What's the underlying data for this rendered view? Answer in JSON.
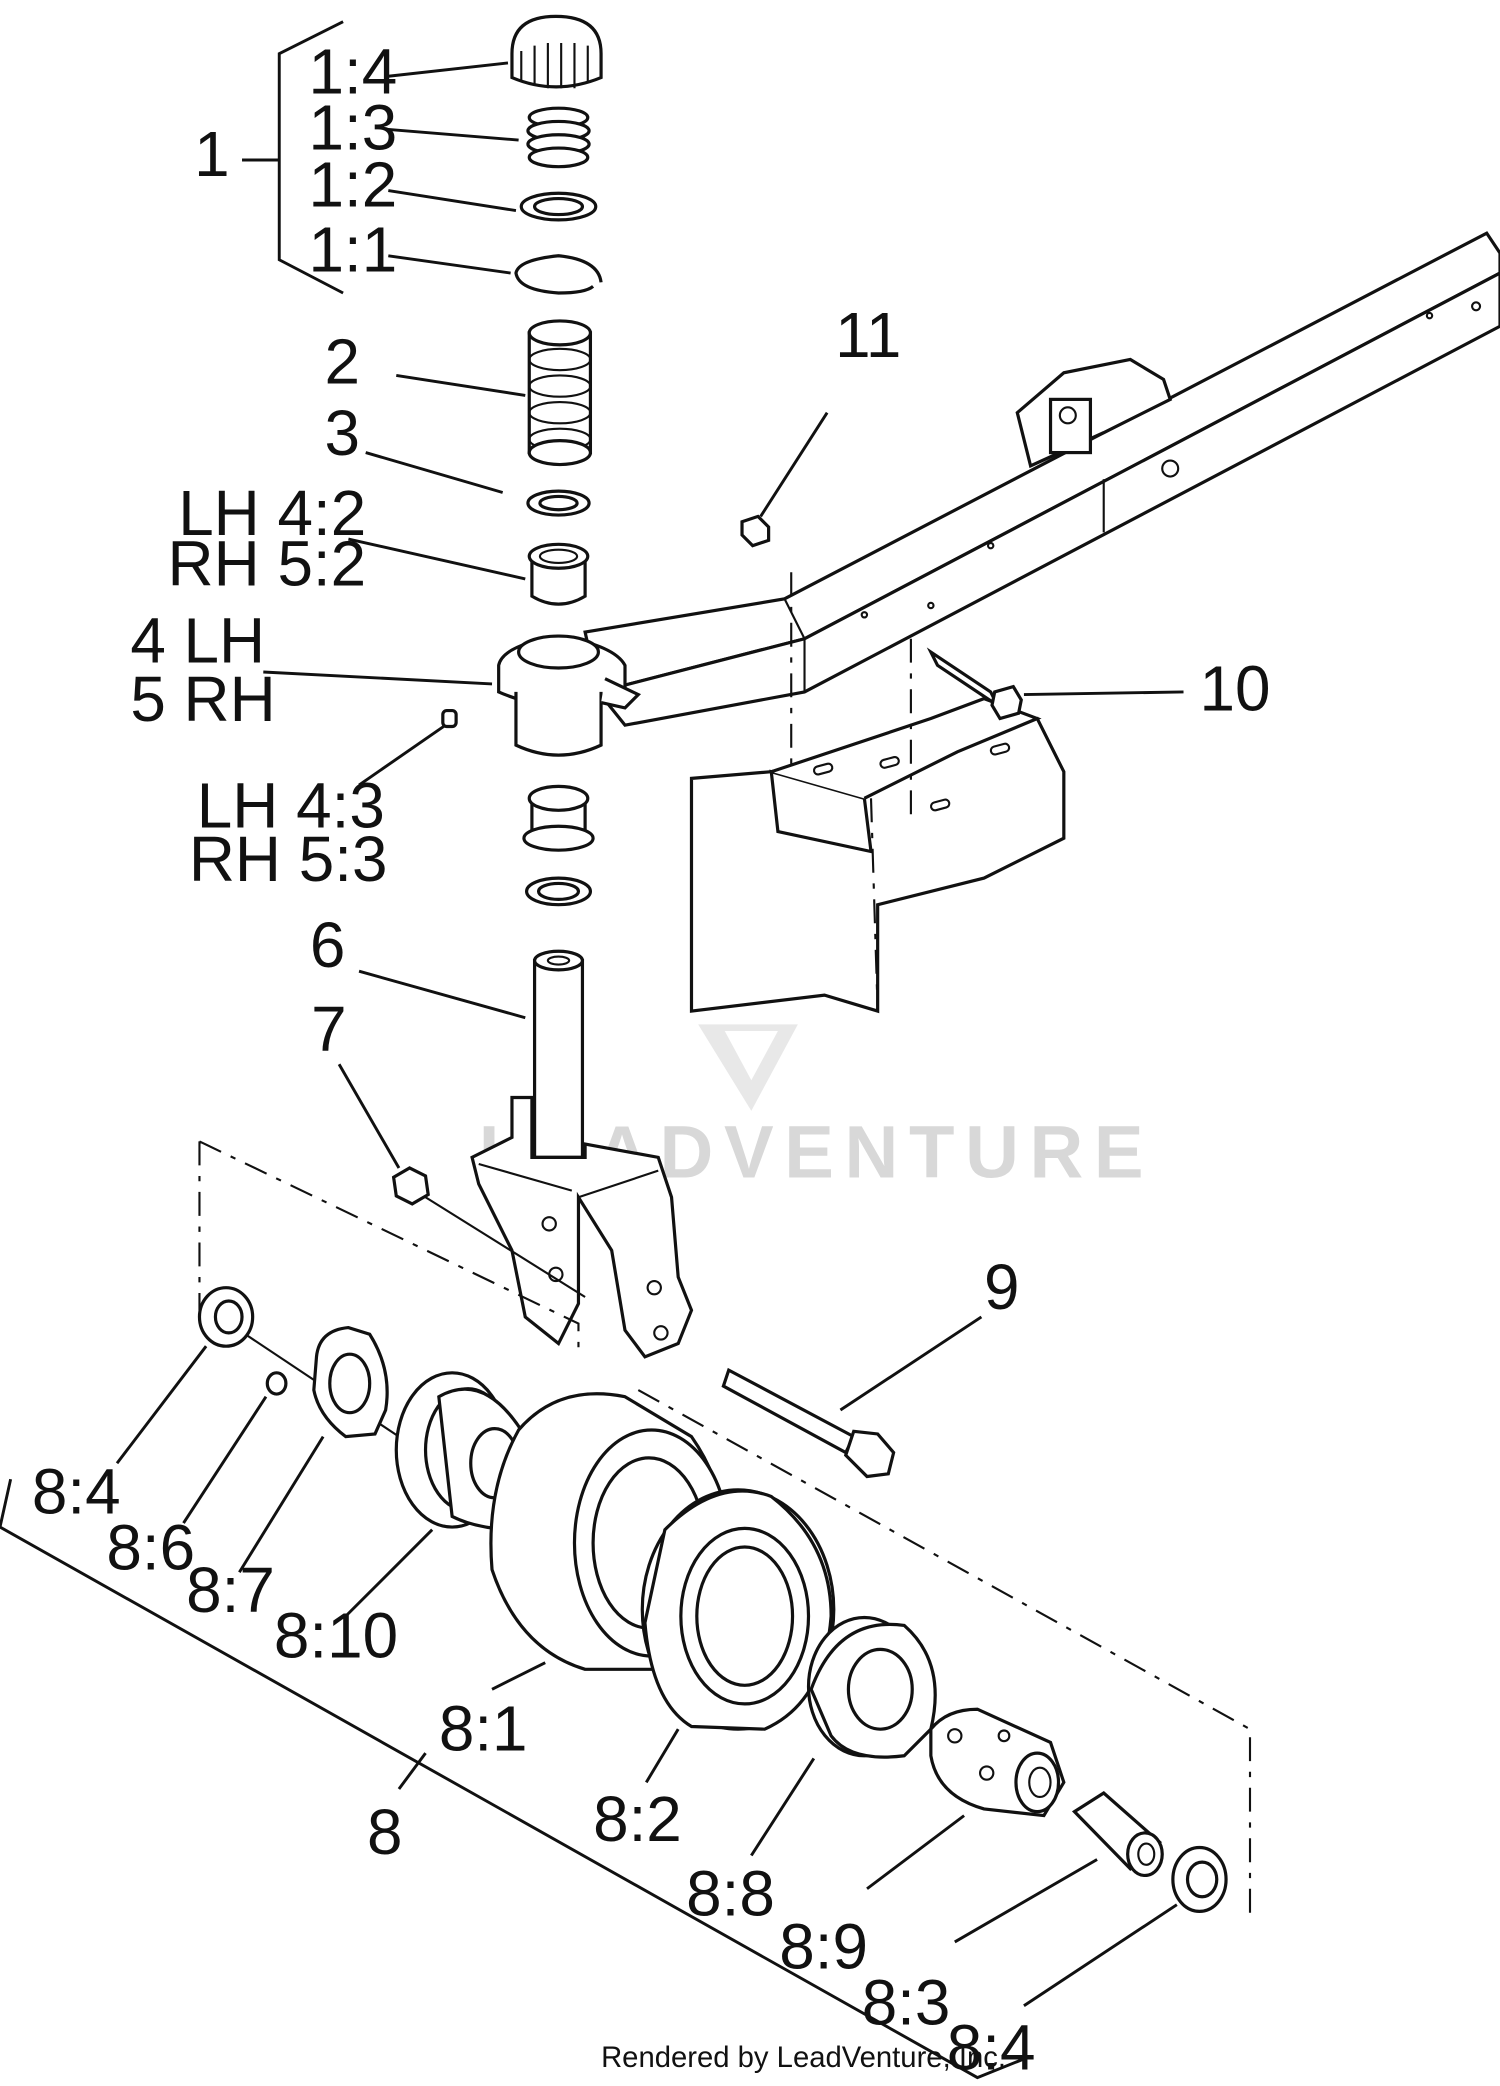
{
  "labels": [
    {
      "id": "lbl-1-4",
      "text": "1:4"
    },
    {
      "id": "lbl-1-3",
      "text": "1:3"
    },
    {
      "id": "lbl-1",
      "text": "1"
    },
    {
      "id": "lbl-1-2",
      "text": "1:2"
    },
    {
      "id": "lbl-1-1",
      "text": "1:1"
    },
    {
      "id": "lbl-11",
      "text": "11"
    },
    {
      "id": "lbl-2",
      "text": "2"
    },
    {
      "id": "lbl-3",
      "text": "3"
    },
    {
      "id": "lbl-lh42",
      "text": "LH 4:2"
    },
    {
      "id": "lbl-rh52",
      "text": "RH 5:2"
    },
    {
      "id": "lbl-4lh",
      "text": "4 LH"
    },
    {
      "id": "lbl-5rh",
      "text": "5 RH"
    },
    {
      "id": "lbl-10",
      "text": "10"
    },
    {
      "id": "lbl-lh43",
      "text": "LH 4:3"
    },
    {
      "id": "lbl-rh53",
      "text": "RH 5:3"
    },
    {
      "id": "lbl-6",
      "text": "6"
    },
    {
      "id": "lbl-7",
      "text": "7"
    },
    {
      "id": "lbl-9",
      "text": "9"
    },
    {
      "id": "lbl-8-4a",
      "text": "8:4"
    },
    {
      "id": "lbl-8-6",
      "text": "8:6"
    },
    {
      "id": "lbl-8-7",
      "text": "8:7"
    },
    {
      "id": "lbl-8-10",
      "text": "8:10"
    },
    {
      "id": "lbl-8-1",
      "text": "8:1"
    },
    {
      "id": "lbl-8",
      "text": "8"
    },
    {
      "id": "lbl-8-2",
      "text": "8:2"
    },
    {
      "id": "lbl-8-8",
      "text": "8:8"
    },
    {
      "id": "lbl-8-9",
      "text": "8:9"
    },
    {
      "id": "lbl-8-3",
      "text": "8:3"
    },
    {
      "id": "lbl-8-4b",
      "text": "8:4"
    }
  ],
  "credit": "Rendered by LeadVenture, Inc.",
  "watermark": "LEADVENTURE"
}
